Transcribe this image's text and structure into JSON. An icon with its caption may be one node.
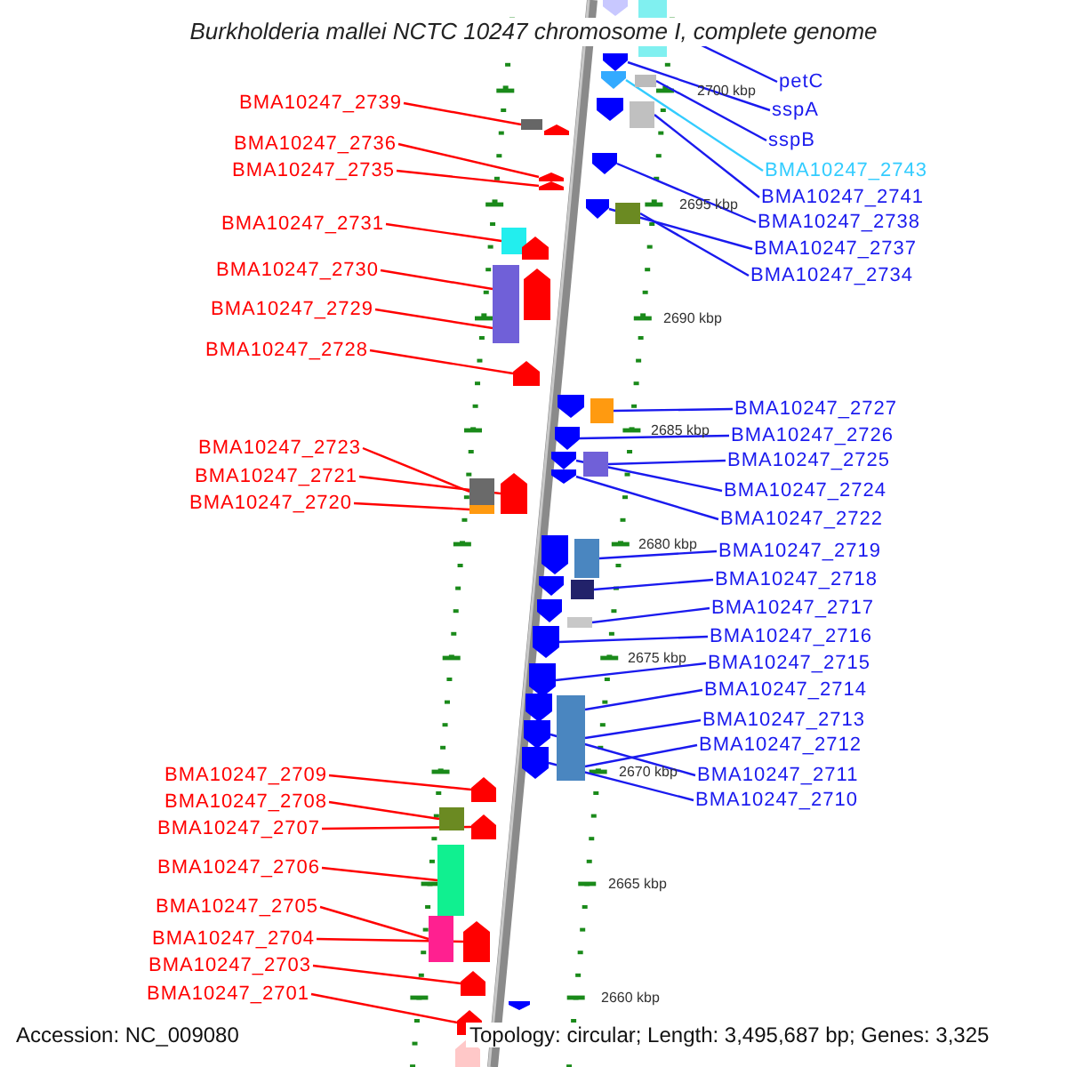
{
  "diagram": {
    "title": "Burkholderia mallei NCTC 10247 chromosome I, complete genome",
    "nodes": [
      {
        "text": [
          "BMA10247_2739"
        ]
      },
      {
        "text": [
          "BMA10247_2736"
        ]
      },
      {
        "text": [
          "BMA10247_2735"
        ]
      },
      {
        "text": [
          "BMA10247_2731"
        ]
      },
      {
        "text": [
          "BMA10247_2730"
        ]
      },
      {
        "text": [
          "BMA10247_2729"
        ]
      },
      {
        "text": [
          "BMA10247_2728"
        ]
      },
      {
        "text": [
          "BMA10247_2723"
        ]
      },
      {
        "text": [
          "BMA10247_2721"
        ]
      },
      {
        "text": [
          "BMA10247_2720"
        ]
      },
      {
        "text": [
          "BMA10247_2709"
        ]
      },
      {
        "text": [
          "BMA10247_2708"
        ]
      },
      {
        "text": [
          "BMA10247_2707"
        ]
      },
      {
        "text": [
          "BMA10247_2706"
        ]
      },
      {
        "text": [
          "BMA10247_2705"
        ]
      },
      {
        "text": [
          "BMA10247_2704"
        ]
      },
      {
        "text": [
          "BMA10247_2703"
        ]
      },
      {
        "text": [
          "BMA10247_2701"
        ]
      },
      {
        "text": [
          "petC"
        ]
      },
      {
        "text": [
          "sspA"
        ]
      },
      {
        "text": [
          "sspB"
        ]
      },
      {
        "text": [
          "BMA10247_2743"
        ]
      },
      {
        "text": [
          "BMA10247_2741"
        ]
      },
      {
        "text": [
          "BMA10247_2738"
        ]
      },
      {
        "text": [
          "BMA10247_2737"
        ]
      },
      {
        "text": [
          "BMA10247_2734"
        ]
      },
      {
        "text": [
          "BMA10247_2727"
        ]
      },
      {
        "text": [
          "BMA10247_2726"
        ]
      },
      {
        "text": [
          "BMA10247_2725"
        ]
      },
      {
        "text": [
          "BMA10247_2724"
        ]
      },
      {
        "text": [
          "BMA10247_2722"
        ]
      },
      {
        "text": [
          "BMA10247_2719"
        ]
      },
      {
        "text": [
          "BMA10247_2718"
        ]
      },
      {
        "text": [
          "BMA10247_2717"
        ]
      },
      {
        "text": [
          "BMA10247_2716"
        ]
      },
      {
        "text": [
          "BMA10247_2715"
        ]
      },
      {
        "text": [
          "BMA10247_2714"
        ]
      },
      {
        "text": [
          "BMA10247_2713"
        ]
      },
      {
        "text": [
          "BMA10247_2712"
        ]
      },
      {
        "text": [
          "BMA10247_2711"
        ]
      },
      {
        "text": [
          "BMA10247_2710"
        ]
      },
      {
        "text": [],
        "shape": "box"
      },
      {
        "text": [],
        "shape": "pentagon"
      },
      {
        "text": [],
        "shape": "pentagon"
      },
      {
        "text": [],
        "shape": "box"
      },
      {
        "text": [],
        "shape": "box"
      },
      {
        "text": [],
        "shape": "box"
      },
      {
        "text": [],
        "shape": "pentagon"
      },
      {
        "text": [],
        "shape": "box"
      },
      {
        "text": [],
        "shape": "pentagon"
      },
      {
        "text": [],
        "shape": "box"
      },
      {
        "text": [],
        "shape": "pentagon"
      },
      {
        "text": [],
        "shape": "box"
      },
      {
        "text": [],
        "shape": "pentagon"
      },
      {
        "text": [],
        "shape": "box"
      },
      {
        "text": [],
        "shape": "box"
      },
      {
        "text": [],
        "shape": "pentagon"
      },
      {
        "text": [],
        "shape": "pentagon"
      },
      {
        "text": [],
        "shape": "pentagon"
      },
      {
        "text": [],
        "shape": "box"
      },
      {
        "text": [],
        "shape": "pentagon"
      },
      {
        "text": [],
        "shape": "box"
      },
      {
        "text": [],
        "shape": "pentagon"
      },
      {
        "text": [],
        "shape": "box"
      },
      {
        "text": [],
        "shape": "pentagon"
      },
      {
        "text": [],
        "shape": "pentagon"
      },
      {
        "text": [],
        "shape": "box"
      },
      {
        "text": [],
        "shape": "box"
      },
      {
        "text": [],
        "shape": "pentagon"
      },
      {
        "text": [],
        "shape": "box"
      },
      {
        "text": [],
        "shape": "pentagon"
      },
      {
        "text": [],
        "shape": "pentagon"
      },
      {
        "text": [],
        "shape": "box"
      },
      {
        "text": [],
        "shape": "box"
      },
      {
        "text": [],
        "shape": "box"
      },
      {
        "text": [],
        "shape": "pentagon"
      },
      {
        "text": [],
        "shape": "pentagon"
      },
      {
        "text": [],
        "shape": "box"
      },
      {
        "text": [],
        "shape": "box"
      },
      {
        "text": [],
        "shape": "box"
      },
      {
        "text": [],
        "shape": "pentagon"
      },
      {
        "text": [],
        "shape": "pentagon"
      },
      {
        "text": [],
        "shape": "pentagon"
      },
      {
        "text": [],
        "shape": "pentagon"
      },
      {
        "text": [],
        "shape": "pentagon"
      },
      {
        "text": [],
        "shape": "pentagon"
      },
      {
        "text": [],
        "shape": "pentagon"
      },
      {
        "text": [],
        "shape": "pentagon"
      },
      {
        "text": [],
        "shape": "pentagon"
      },
      {
        "text": [],
        "shape": "pentagon"
      },
      {
        "text": [],
        "shape": "pentagon"
      },
      {
        "text": [],
        "shape": "pentagon"
      },
      {
        "text": [],
        "shape": "pentagon"
      },
      {
        "text": [],
        "shape": "pentagon"
      }
    ],
    "edges": [
      {
        "from": 0,
        "to": 41,
        "arrow": "none",
        "color": "#ff0000"
      },
      {
        "from": 1,
        "to": 42,
        "arrow": "none",
        "color": "#ff0000"
      },
      {
        "from": 2,
        "to": 43,
        "arrow": "none",
        "color": "#ff0000"
      },
      {
        "from": 3,
        "to": 44,
        "arrow": "none",
        "color": "#ff0000"
      },
      {
        "from": 4,
        "to": 45,
        "arrow": "none",
        "color": "#ff0000"
      },
      {
        "from": 5,
        "to": 46,
        "arrow": "none",
        "color": "#ff0000"
      },
      {
        "from": 6,
        "to": 47,
        "arrow": "none",
        "color": "#ff0000"
      },
      {
        "from": 7,
        "to": 48,
        "arrow": "none",
        "color": "#ff0000"
      },
      {
        "from": 8,
        "to": 49,
        "arrow": "none",
        "color": "#ff0000"
      },
      {
        "from": 9,
        "to": 50,
        "arrow": "none",
        "color": "#ff0000"
      },
      {
        "from": 10,
        "to": 51,
        "arrow": "none",
        "color": "#ff0000"
      },
      {
        "from": 11,
        "to": 52,
        "arrow": "none",
        "color": "#ff0000"
      },
      {
        "from": 12,
        "to": 53,
        "arrow": "none",
        "color": "#ff0000"
      },
      {
        "from": 13,
        "to": 54,
        "arrow": "none",
        "color": "#ff0000"
      },
      {
        "from": 14,
        "to": 55,
        "arrow": "none",
        "color": "#ff0000"
      },
      {
        "from": 15,
        "to": 56,
        "arrow": "none",
        "color": "#ff0000"
      },
      {
        "from": 16,
        "to": 57,
        "arrow": "none",
        "color": "#ff0000"
      },
      {
        "from": 17,
        "to": 58,
        "arrow": "none",
        "color": "#ff0000"
      },
      {
        "from": 18,
        "to": 59,
        "arrow": "none"
      },
      {
        "from": 19,
        "to": 60,
        "arrow": "none"
      },
      {
        "from": 20,
        "to": 61,
        "arrow": "none"
      },
      {
        "from": 21,
        "to": 62,
        "arrow": "none",
        "color": "#33ccff"
      },
      {
        "from": 22,
        "to": 63,
        "arrow": "none"
      },
      {
        "from": 23,
        "to": 64,
        "arrow": "none"
      },
      {
        "from": 24,
        "to": 65,
        "arrow": "none"
      },
      {
        "from": 25,
        "to": 66,
        "arrow": "none"
      },
      {
        "from": 26,
        "to": 67,
        "arrow": "none"
      },
      {
        "from": 27,
        "to": 68,
        "arrow": "none"
      },
      {
        "from": 28,
        "to": 69,
        "arrow": "none"
      },
      {
        "from": 29,
        "to": 70,
        "arrow": "none"
      },
      {
        "from": 30,
        "to": 71,
        "arrow": "none"
      },
      {
        "from": 31,
        "to": 72,
        "arrow": "none"
      },
      {
        "from": 32,
        "to": 73,
        "arrow": "none"
      },
      {
        "from": 33,
        "to": 74,
        "arrow": "none"
      },
      {
        "from": 34,
        "to": 75,
        "arrow": "none"
      },
      {
        "from": 35,
        "to": 76,
        "arrow": "none"
      },
      {
        "from": 36,
        "to": 77,
        "arrow": "none"
      },
      {
        "from": 37,
        "to": 78,
        "arrow": "none"
      },
      {
        "from": 38,
        "to": 79,
        "arrow": "none"
      },
      {
        "from": 39,
        "to": 80,
        "arrow": "none"
      },
      {
        "from": 40,
        "to": 81,
        "arrow": "none"
      }
    ],
    "labels": [
      "2700 kbp",
      "2695 kbp",
      "2690 kbp",
      "2685 kbp",
      "2680 kbp",
      "2675 kbp",
      "2670 kbp",
      "2665 kbp",
      "2660 kbp",
      "Accession: NC_009080",
      "Topology: circular; Length: 3,495,687 bp; Genes: 3,325"
    ]
  }
}
